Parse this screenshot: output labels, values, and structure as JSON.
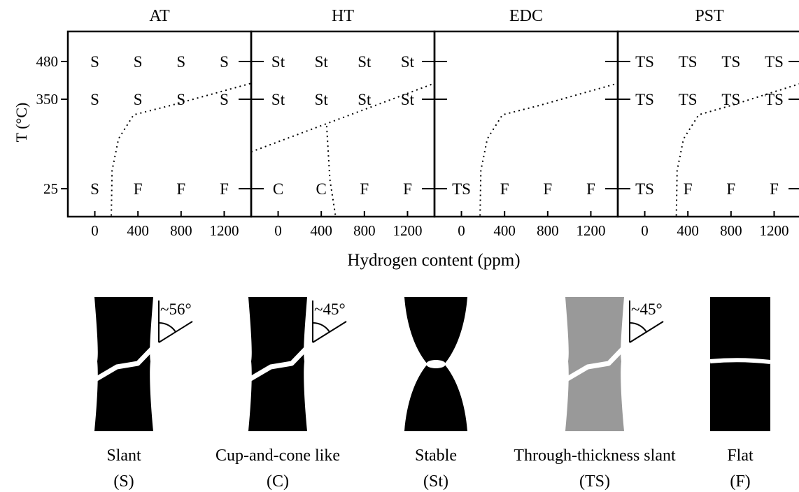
{
  "chart_data": {
    "type": "table",
    "xlabel": "Hydrogen content (ppm)",
    "ylabel": "T (°C)",
    "x_ticks": [
      0,
      400,
      800,
      1200
    ],
    "x_range": [
      -250,
      1450
    ],
    "y_ticks": [
      25,
      350,
      480
    ],
    "panels": [
      {
        "title": "AT",
        "grid": {
          "480": [
            "S",
            "S",
            "S",
            "S"
          ],
          "350": [
            "S",
            "S",
            "S",
            "S"
          ],
          "25": [
            "S",
            "F",
            "F",
            "F"
          ]
        },
        "boundary": [
          [
            150,
            -0.1
          ],
          [
            160,
            0.25
          ],
          [
            220,
            0.42
          ],
          [
            360,
            0.55
          ],
          [
            700,
            0.6
          ],
          [
            1450,
            0.72
          ]
        ]
      },
      {
        "title": "HT",
        "grid": {
          "480": [
            "St",
            "St",
            "St",
            "St"
          ],
          "350": [
            "St",
            "St",
            "St",
            "St"
          ],
          "25": [
            "C",
            "C",
            "F",
            "F"
          ]
        },
        "boundary": [
          [
            -250,
            0.35
          ],
          [
            1450,
            0.72
          ]
        ],
        "boundary2": [
          [
            450,
            0.49
          ],
          [
            480,
            0.2
          ],
          [
            560,
            -0.1
          ]
        ]
      },
      {
        "title": "EDC",
        "grid": {
          "480": [],
          "350": [],
          "25": [
            "TS",
            "F",
            "F",
            "F"
          ]
        },
        "boundary": [
          [
            170,
            -0.1
          ],
          [
            180,
            0.25
          ],
          [
            240,
            0.42
          ],
          [
            380,
            0.55
          ],
          [
            720,
            0.6
          ],
          [
            1450,
            0.72
          ]
        ]
      },
      {
        "title": "PST",
        "grid": {
          "480": [
            "TS",
            "TS",
            "TS",
            "TS"
          ],
          "350": [
            "TS",
            "TS",
            "TS",
            "TS"
          ],
          "25": [
            "TS",
            "F",
            "F",
            "F"
          ]
        },
        "boundary": [
          [
            290,
            -0.1
          ],
          [
            300,
            0.25
          ],
          [
            360,
            0.42
          ],
          [
            500,
            0.55
          ],
          [
            800,
            0.6
          ],
          [
            1450,
            0.72
          ]
        ]
      }
    ],
    "fracture_modes": [
      {
        "name": "Slant",
        "code": "(S)",
        "angle": "~56°",
        "color": "#000000"
      },
      {
        "name": "Cup-and-cone like",
        "code": "(C)",
        "angle": "~45°",
        "color": "#000000"
      },
      {
        "name": "Stable",
        "code": "(St)",
        "angle": "",
        "color": "#000000"
      },
      {
        "name": "Through-thickness slant",
        "code": "(TS)",
        "angle": "~45°",
        "color": "#999999"
      },
      {
        "name": "Flat",
        "code": "(F)",
        "angle": "",
        "color": "#000000"
      }
    ]
  }
}
